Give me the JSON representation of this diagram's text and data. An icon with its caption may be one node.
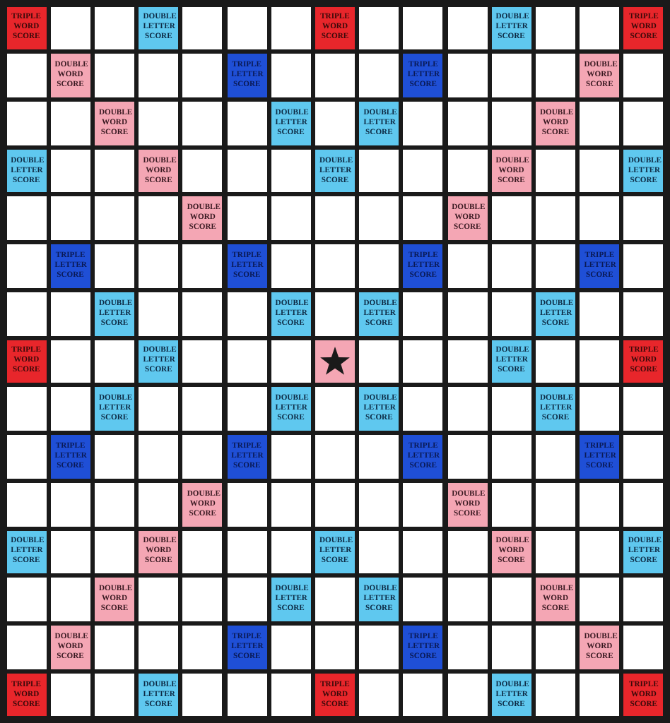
{
  "diagram": {
    "nodes": [
      {
        "text": [
          "TRIPLE WORD SCORE"
        ]
      },
      {
        "text": [
          "DOUBLE LETTER SCORE"
        ]
      },
      {
        "text": [
          "TRIPLE WORD SCORE"
        ]
      },
      {
        "text": [
          "DOUBLE LETTER SCORE"
        ]
      },
      {
        "text": [
          "TRIPLE WORD SCORE"
        ]
      },
      {
        "text": [
          "DOUBLE WORD SCORE"
        ]
      },
      {
        "text": [
          "TRIPLE LETTER SCORE"
        ]
      },
      {
        "text": [
          "TRIPLE LETTER SCORE"
        ]
      },
      {
        "text": [
          "DOUBLE WORD SCORE"
        ]
      },
      {
        "text": [
          "DOUBLE WORD SCORE"
        ]
      },
      {
        "text": [
          "DOUBLE LETTER SCORE"
        ]
      },
      {
        "text": [
          "DOUBLE LETTER SCORE"
        ]
      },
      {
        "text": [
          "DOUBLE WORD SCORE"
        ]
      },
      {
        "text": [
          "DOUBLE LETTER SCORE"
        ]
      },
      {
        "text": [
          "DOUBLE WORD SCORE"
        ]
      },
      {
        "text": [
          "DOUBLE LETTER SCORE"
        ]
      },
      {
        "text": [
          "DOUBLE WORD SCORE"
        ]
      },
      {
        "text": [
          "DOUBLE LETTER SCORE"
        ]
      },
      {
        "text": [
          "DOUBLE WORD SCORE"
        ]
      },
      {
        "text": [
          "DOUBLE WORD SCORE"
        ]
      },
      {
        "text": [
          "TRIPLE LETTER SCORE"
        ]
      },
      {
        "text": [
          "TRIPLE LETTER SCORE"
        ]
      },
      {
        "text": [
          "TRIPLE LETTER SCORE"
        ]
      },
      {
        "text": [
          "TRIPLE LETTER SCORE"
        ]
      },
      {
        "text": [
          "DOUBLE LETTER SCORE"
        ]
      },
      {
        "text": [
          "DOUBLE LETTER SCORE"
        ]
      },
      {
        "text": [
          "DOUBLE LETTER SCORE"
        ]
      },
      {
        "text": [
          "DOUBLE LETTER SCORE"
        ]
      },
      {
        "text": [
          "TRIPLE WORD SCORE"
        ]
      },
      {
        "text": [
          "DOUBLE LETTER SCORE"
        ]
      },
      {
        "text": [],
        "shape": "star"
      },
      {
        "text": [
          "DOUBLE LETTER SCORE"
        ]
      },
      {
        "text": [
          "TRIPLE WORD SCORE"
        ]
      },
      {
        "text": [
          "DOUBLE LETTER SCORE"
        ]
      },
      {
        "text": [
          "DOUBLE LETTER SCORE"
        ]
      },
      {
        "text": [
          "DOUBLE LETTER SCORE"
        ]
      },
      {
        "text": [
          "DOUBLE LETTER SCORE"
        ]
      },
      {
        "text": [
          "TRIPLE LETTER SCORE"
        ]
      },
      {
        "text": [
          "TRIPLE LETTER SCORE"
        ]
      },
      {
        "text": [
          "TRIPLE LETTER SCORE"
        ]
      },
      {
        "text": [
          "TRIPLE LETTER SCORE"
        ]
      },
      {
        "text": [
          "DOUBLE WORD SCORE"
        ]
      },
      {
        "text": [
          "DOUBLE WORD SCORE"
        ]
      },
      {
        "text": [
          "DOUBLE LETTER SCORE"
        ]
      },
      {
        "text": [
          "DOUBLE WORD SCORE"
        ]
      },
      {
        "text": [
          "DOUBLE LETTER SCORE"
        ]
      },
      {
        "text": [
          "DOUBLE WORD SCORE"
        ]
      },
      {
        "text": [
          "DOUBLE LETTER SCORE"
        ]
      },
      {
        "text": [
          "DOUBLE WORD SCORE"
        ]
      },
      {
        "text": [
          "DOUBLE LETTER SCORE"
        ]
      },
      {
        "text": [
          "DOUBLE LETTER SCORE"
        ]
      },
      {
        "text": [
          "DOUBLE WORD SCORE"
        ]
      },
      {
        "text": [
          "DOUBLE WORD SCORE"
        ]
      },
      {
        "text": [
          "TRIPLE LETTER SCORE"
        ]
      },
      {
        "text": [
          "TRIPLE LETTER SCORE"
        ]
      },
      {
        "text": [
          "DOUBLE WORD SCORE"
        ]
      },
      {
        "text": [
          "TRIPLE WORD SCORE"
        ]
      },
      {
        "text": [
          "DOUBLE LETTER SCORE"
        ]
      },
      {
        "text": [
          "TRIPLE WORD SCORE"
        ]
      },
      {
        "text": [
          "DOUBLE LETTER SCORE"
        ]
      },
      {
        "text": [
          "TRIPLE WORD SCORE"
        ]
      }
    ]
  }
}
